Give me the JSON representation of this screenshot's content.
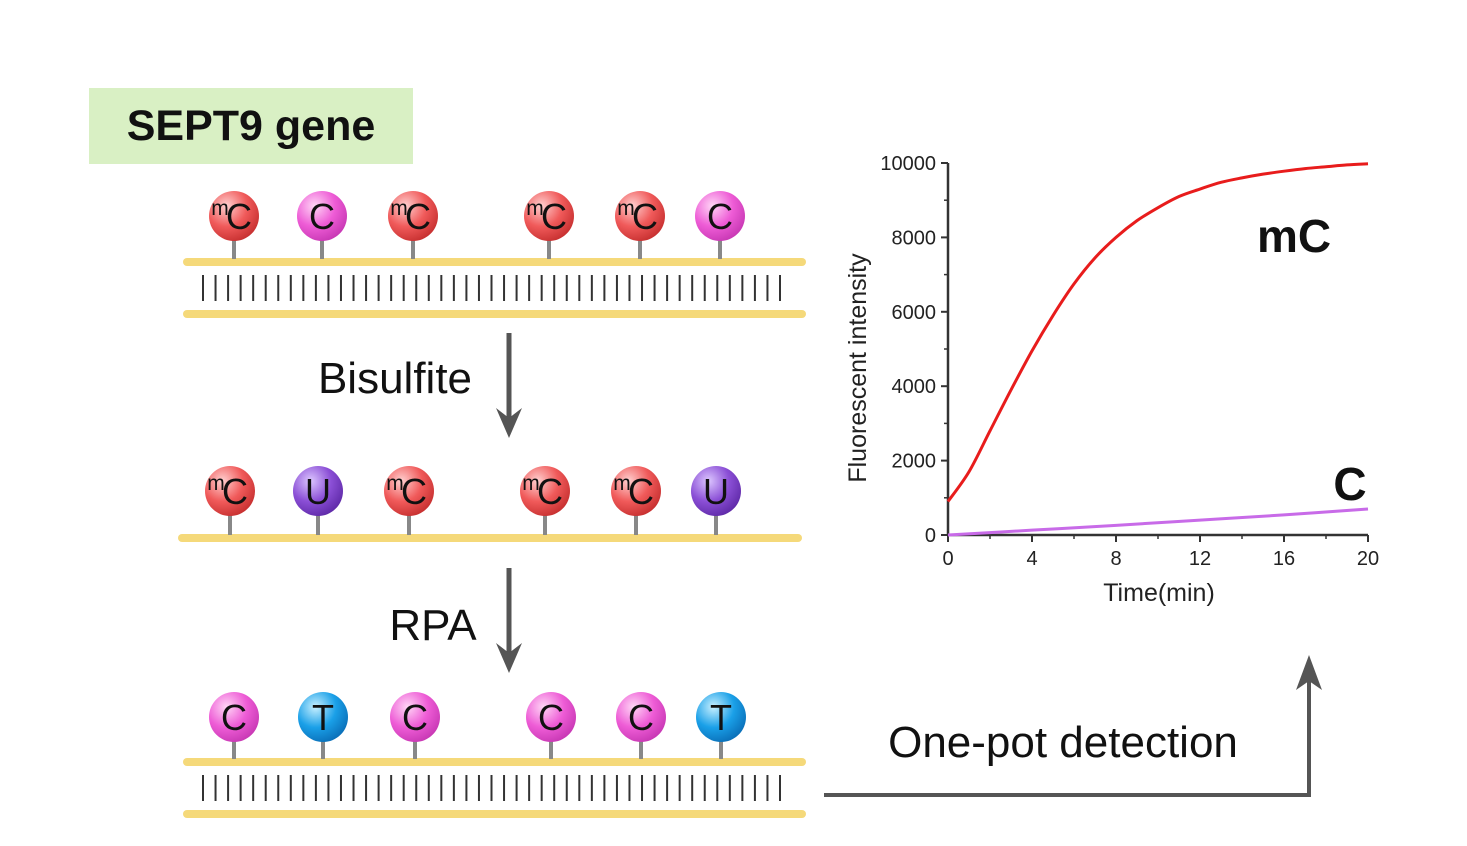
{
  "title": "SEPT9 gene",
  "steps": [
    {
      "label": "Bisulfite"
    },
    {
      "label": "RPA"
    }
  ],
  "detection_label": "One-pot detection",
  "strands": [
    {
      "double": true,
      "bases": [
        {
          "type": "mC",
          "text": "C",
          "sup": "m"
        },
        {
          "type": "C",
          "text": "C"
        },
        {
          "type": "mC",
          "text": "C",
          "sup": "m"
        },
        {
          "type": "mC",
          "text": "C",
          "sup": "m"
        },
        {
          "type": "mC",
          "text": "C",
          "sup": "m"
        },
        {
          "type": "C",
          "text": "C"
        }
      ]
    },
    {
      "double": false,
      "bases": [
        {
          "type": "mC",
          "text": "C",
          "sup": "m"
        },
        {
          "type": "U",
          "text": "U"
        },
        {
          "type": "mC",
          "text": "C",
          "sup": "m"
        },
        {
          "type": "mC",
          "text": "C",
          "sup": "m"
        },
        {
          "type": "mC",
          "text": "C",
          "sup": "m"
        },
        {
          "type": "U",
          "text": "U"
        }
      ]
    },
    {
      "double": true,
      "bases": [
        {
          "type": "C",
          "text": "C"
        },
        {
          "type": "T",
          "text": "T"
        },
        {
          "type": "C",
          "text": "C"
        },
        {
          "type": "C",
          "text": "C"
        },
        {
          "type": "C",
          "text": "C"
        },
        {
          "type": "T",
          "text": "T"
        }
      ]
    }
  ],
  "colors": {
    "title_bg": "#d9f0c4",
    "strand": "#f5d97a",
    "mC": "#f05a5a",
    "C": "#ee5cd6",
    "U": "#8b4fd6",
    "T": "#1aa0e8",
    "arrow": "#555555",
    "mC_curve": "#e81c1c",
    "C_curve": "#c86be8"
  },
  "chart_data": {
    "type": "line",
    "xlabel": "Time(min)",
    "ylabel": "Fluorescent intensity",
    "xlim": [
      0,
      20
    ],
    "ylim": [
      0,
      10000
    ],
    "xticks": [
      0,
      4,
      8,
      12,
      16,
      20
    ],
    "yticks": [
      0,
      2000,
      4000,
      6000,
      8000,
      10000
    ],
    "series": [
      {
        "name": "mC",
        "x": [
          0,
          1,
          2,
          3,
          4,
          5,
          6,
          7,
          8,
          9,
          10,
          11,
          12,
          13,
          14,
          15,
          16,
          17,
          18,
          19,
          20
        ],
        "values": [
          900,
          1700,
          2800,
          3900,
          4950,
          5900,
          6750,
          7450,
          8000,
          8450,
          8800,
          9100,
          9300,
          9480,
          9600,
          9700,
          9780,
          9850,
          9900,
          9950,
          9980
        ]
      },
      {
        "name": "C",
        "x": [
          0,
          4,
          8,
          12,
          16,
          20
        ],
        "values": [
          0,
          130,
          260,
          400,
          540,
          700
        ]
      }
    ]
  }
}
